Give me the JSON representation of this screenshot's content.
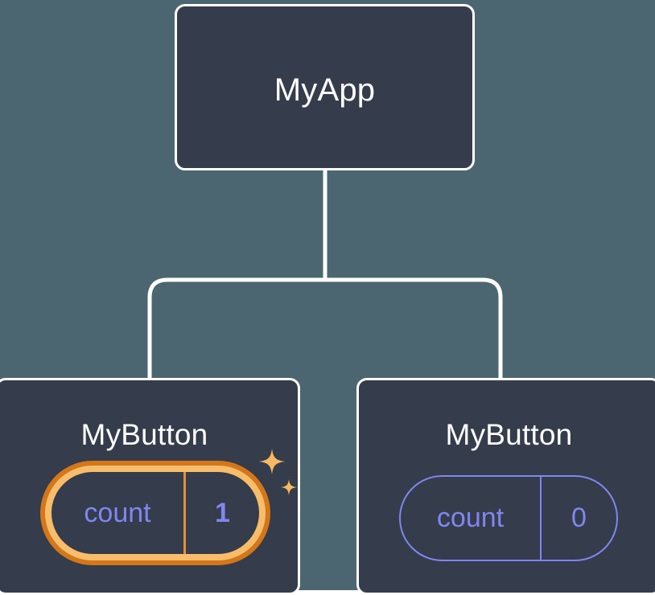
{
  "diagram": {
    "type": "component-tree",
    "background_color": "#4b6670",
    "node_fill_color": "#353c4b",
    "node_border_color": "#ffffff",
    "connector_color": "#ffffff",
    "accent_colors": {
      "state_text": "#8086f0",
      "highlight_outer_ring": "#d4761a",
      "highlight_inner_ring": "#f8bd6b",
      "highlight_divider": "#e09137",
      "sparkle": "#f7b85f"
    },
    "root": {
      "title": "MyApp"
    },
    "children": [
      {
        "title": "MyButton",
        "highlighted": true,
        "state": {
          "key": "count",
          "value": "1"
        },
        "sparkle_icons": [
          "sparkle-large-icon",
          "sparkle-small-icon"
        ]
      },
      {
        "title": "MyButton",
        "highlighted": false,
        "state": {
          "key": "count",
          "value": "0"
        }
      }
    ]
  }
}
